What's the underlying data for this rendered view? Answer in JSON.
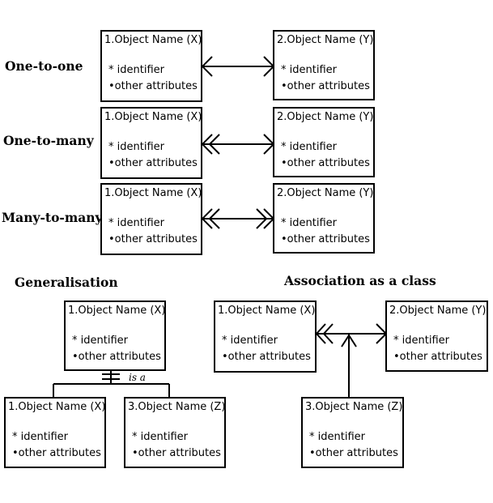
{
  "labels": {
    "one_to_one": "One-to-one",
    "one_to_many": "One-to-many",
    "many_to_many": "Many-to-many",
    "generalisation": "Generalisation",
    "association_class": "Association as a class",
    "is_a": "is a"
  },
  "boxes": {
    "oto_x": {
      "title": "1.Object Name (X)",
      "attr1": "* identifier",
      "attr2": "•other attributes"
    },
    "oto_y": {
      "title": "2.Object Name (Y)",
      "attr1": "* identifier",
      "attr2": "•other attributes"
    },
    "otm_x": {
      "title": "1.Object Name (X)",
      "attr1": "* identifier",
      "attr2": "•other attributes"
    },
    "otm_y": {
      "title": "2.Object Name (Y)",
      "attr1": "* identifier",
      "attr2": "•other attributes"
    },
    "mtm_x": {
      "title": "1.Object Name (X)",
      "attr1": "* identifier",
      "attr2": "•other attributes"
    },
    "mtm_y": {
      "title": "2.Object Name (Y)",
      "attr1": "* identifier",
      "attr2": "•other attributes"
    },
    "gen_parent": {
      "title": "1.Object Name (X)",
      "attr1": "* identifier",
      "attr2": "•other attributes"
    },
    "gen_child1": {
      "title": "1.Object Name (X)",
      "attr1": "* identifier",
      "attr2": "•other attributes"
    },
    "gen_child2": {
      "title": "3.Object Name (Z)",
      "attr1": "* identifier",
      "attr2": "•other attributes"
    },
    "assoc_x": {
      "title": "1.Object Name (X)",
      "attr1": "* identifier",
      "attr2": "•other attributes"
    },
    "assoc_y": {
      "title": "2.Object Name (Y)",
      "attr1": "* identifier",
      "attr2": "•other attributes"
    },
    "assoc_z": {
      "title": "3.Object Name (Z)",
      "attr1": "* identifier",
      "attr2": "•other attributes"
    }
  }
}
